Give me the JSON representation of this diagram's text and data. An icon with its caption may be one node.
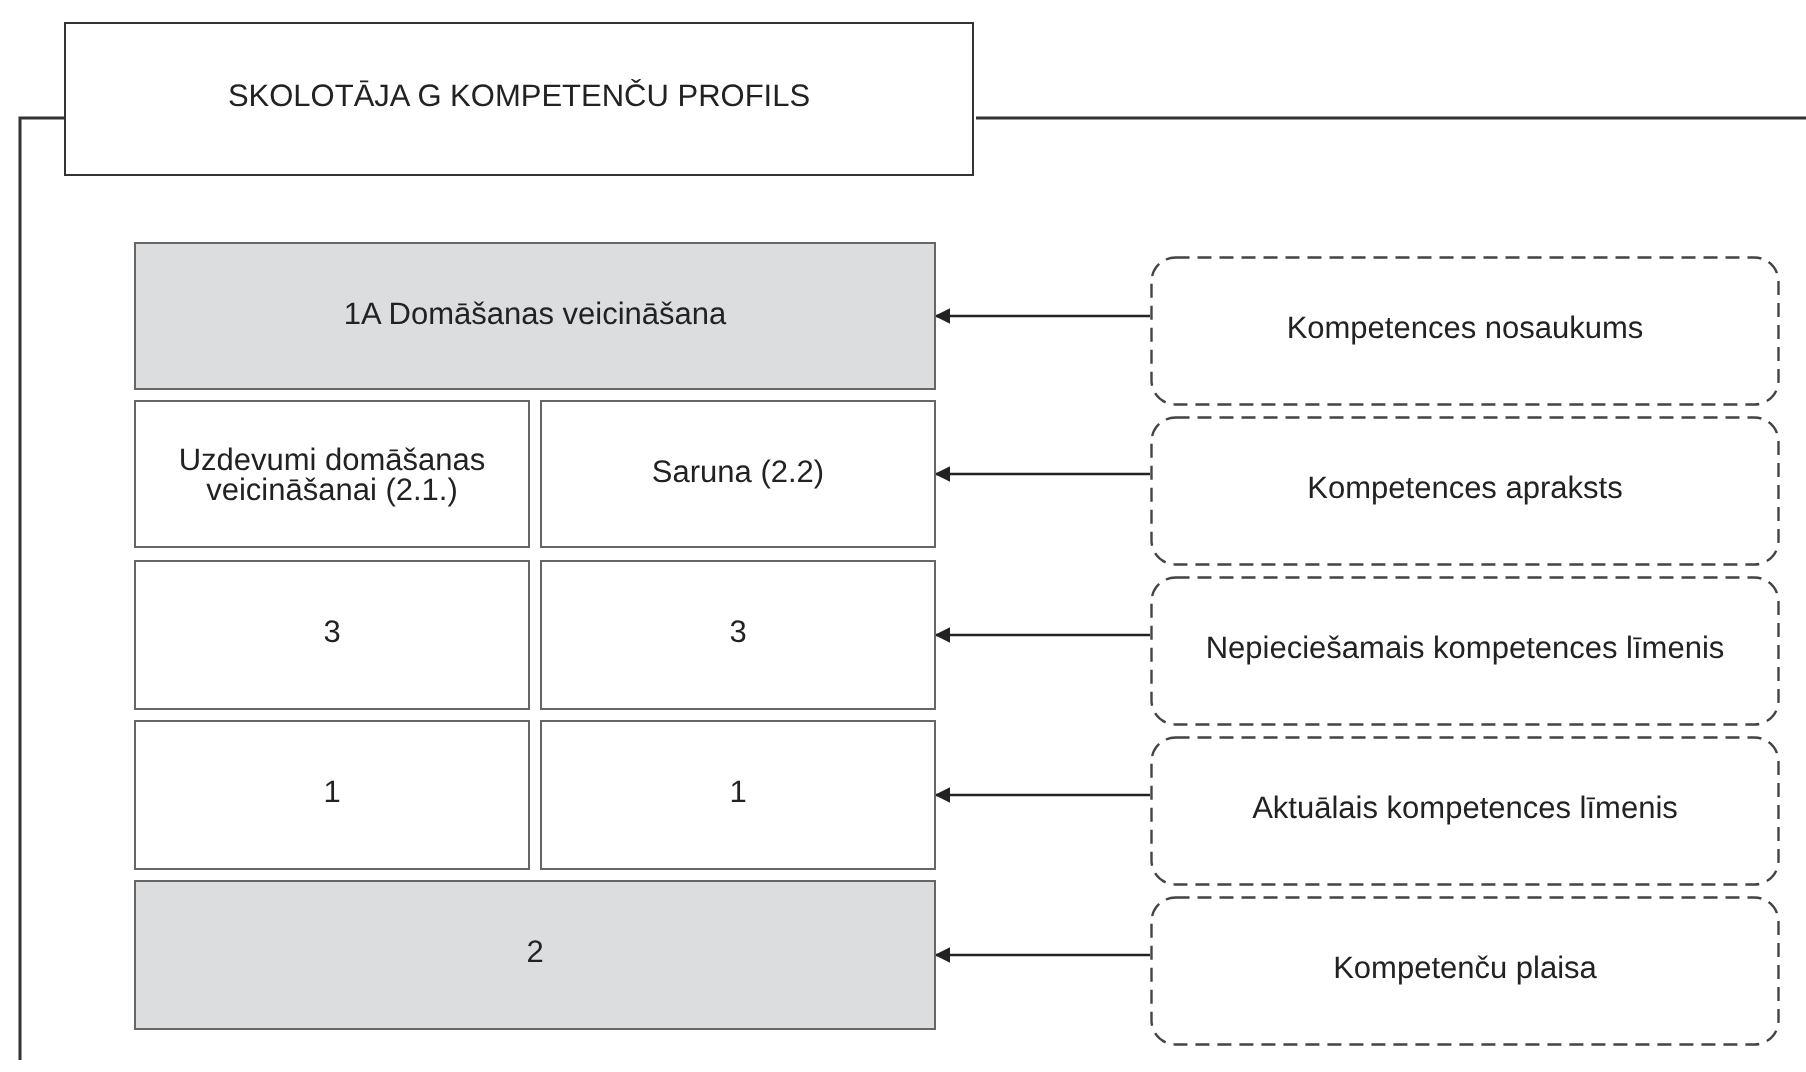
{
  "diagram": {
    "nodes": [
      {
        "text": [
          "SKOLOTĀJA G KOMPETENČU PROFILS"
        ]
      },
      {
        "text": [
          "1A Domāšanas veicināšana"
        ]
      },
      {
        "text": [
          "Uzdevumi domāšanas veicināšanai (2.1.)"
        ]
      },
      {
        "text": [
          "Saruna (2.2)"
        ]
      },
      {
        "text": [
          "3"
        ]
      },
      {
        "text": [
          "3"
        ]
      },
      {
        "text": [
          "1"
        ]
      },
      {
        "text": [
          "1"
        ]
      },
      {
        "text": [
          "2"
        ]
      },
      {
        "text": [
          "Kompetences nosaukums"
        ]
      },
      {
        "text": [
          "Kompetences apraksts"
        ]
      },
      {
        "text": [
          "Nepieciešamais kompetences līmenis"
        ]
      },
      {
        "text": [
          "Aktuālais kompetences līmenis"
        ]
      },
      {
        "text": [
          "Kompetenču plaisa"
        ]
      }
    ],
    "edges": [
      {
        "from": 9,
        "to": 1,
        "arrow": "to"
      },
      {
        "from": 10,
        "to": 3,
        "arrow": "to"
      },
      {
        "from": 11,
        "to": 5,
        "arrow": "to"
      },
      {
        "from": 12,
        "to": 7,
        "arrow": "to"
      },
      {
        "from": 13,
        "to": 8,
        "arrow": "to"
      }
    ]
  }
}
